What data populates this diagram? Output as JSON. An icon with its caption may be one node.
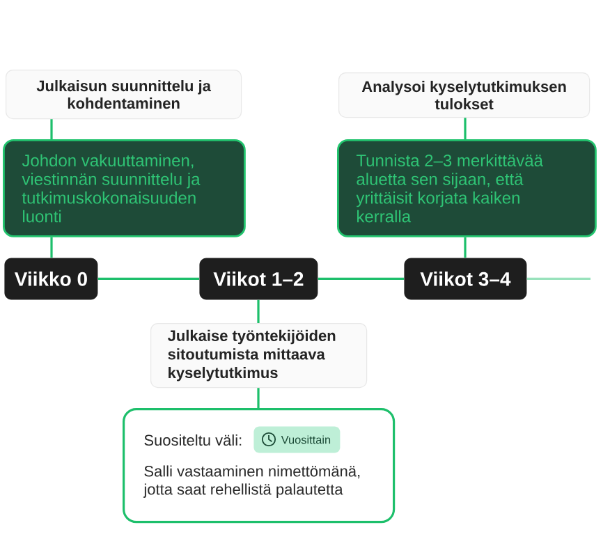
{
  "diagram": {
    "nodes": [
      {
        "text": [
          "Julkaisun suunnittelu ja kohdentaminen"
        ]
      },
      {
        "text": [
          "Analysoi kyselytutkimuksen tulokset"
        ]
      },
      {
        "text": [
          "Johdon vakuuttaminen, viestinnän suunnittelu ja tutkimuskokonaisuuden luonti"
        ]
      },
      {
        "text": [
          "Tunnista 2–3 merkittävää aluetta sen sijaan, että yrittäisit korjata kaiken kerralla"
        ]
      },
      {
        "text": [
          "Viikko 0"
        ]
      },
      {
        "text": [
          "Viikot 1–2"
        ]
      },
      {
        "text": [
          "Viikot 3–4"
        ]
      },
      {
        "text": [
          "Julkaise työntekijöiden sitoutumista mittaava kyselytutkimus"
        ]
      },
      {
        "text": [
          "Suositeltu väli:",
          "Salli vastaaminen nimettömänä, jotta saat rehellistä palautetta"
        ]
      },
      {
        "text": [
          "Vuosittain"
        ],
        "in": 8
      }
    ],
    "edges": [
      {
        "from": 0,
        "to": 2,
        "arrow": "none"
      },
      {
        "from": 2,
        "to": 4,
        "arrow": "none"
      },
      {
        "from": 1,
        "to": 3,
        "arrow": "none"
      },
      {
        "from": 3,
        "to": 6,
        "arrow": "none"
      },
      {
        "from": 4,
        "to": 5,
        "arrow": "none"
      },
      {
        "from": 5,
        "to": 6,
        "arrow": "none"
      },
      {
        "from": 5,
        "to": 7,
        "arrow": "none"
      },
      {
        "from": 7,
        "to": 8,
        "arrow": "none"
      },
      {
        "from": 6,
        "to": null,
        "arrow": "none",
        "color": "#99e2bc"
      }
    ]
  }
}
